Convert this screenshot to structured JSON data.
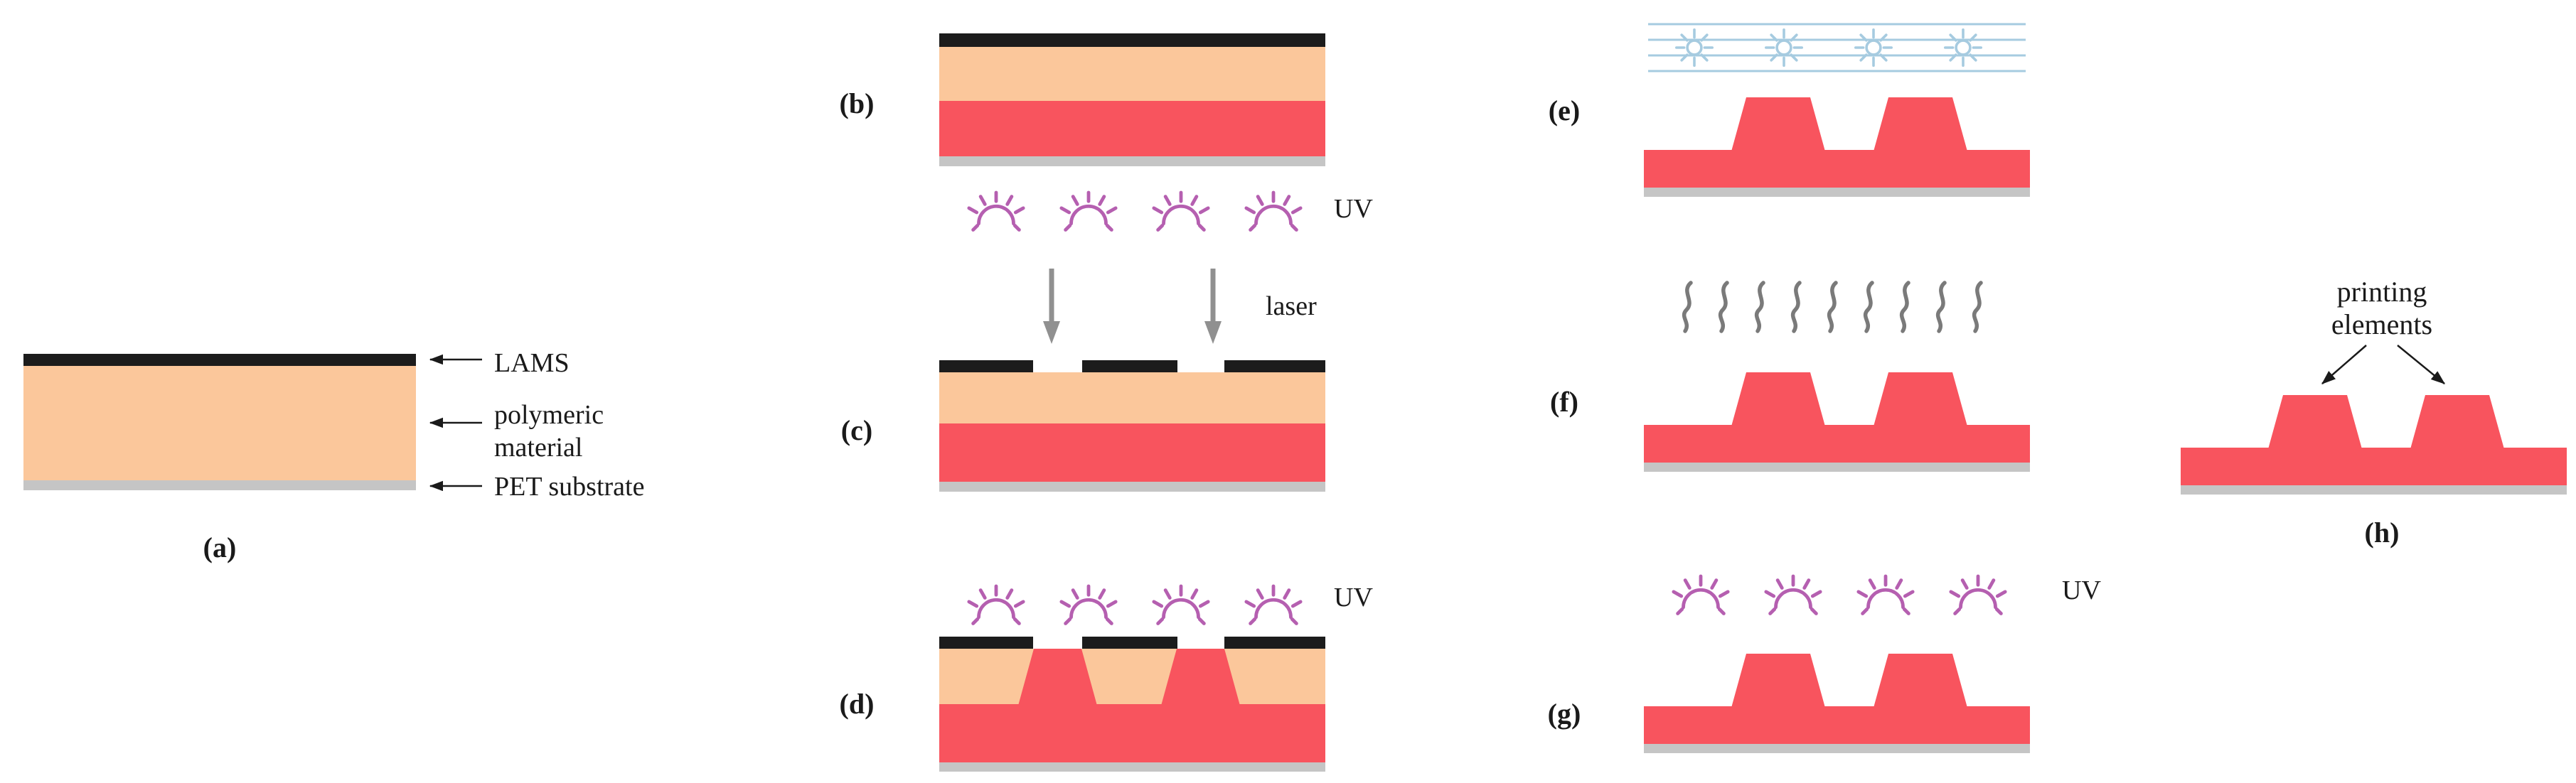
{
  "figure": {
    "panels": {
      "a": {
        "label": "(a)"
      },
      "b": {
        "label": "(b)"
      },
      "c": {
        "label": "(c)"
      },
      "d": {
        "label": "(d)"
      },
      "e": {
        "label": "(e)"
      },
      "f": {
        "label": "(f)"
      },
      "g": {
        "label": "(g)"
      },
      "h": {
        "label": "(h)"
      }
    },
    "annotations": {
      "lams": "LAMS",
      "polymeric": [
        "polymeric",
        "material"
      ],
      "pet": "PET substrate",
      "uv": "UV",
      "laser": "laser",
      "printing": [
        "printing",
        "elements"
      ]
    },
    "icons": {
      "uv_lamp": "radiating-uv-lamp-arc",
      "laser": "thick-downward-arrow",
      "wash": "spoked-wheel-with-flow-lines",
      "heat": "wavy-vapor-line",
      "layer_pointer": "thin-left-arrow",
      "element_pointer": "thin-diagonal-arrow"
    },
    "colors": {
      "lams": "#1c1c1c",
      "polymer": "#fbc79b",
      "photopolymer": "#f8545e",
      "substrate": "#c5c5c5",
      "uv": "#b55fb0",
      "laser": "#909090",
      "wash": "#a6cbe0",
      "heat": "#7a7a7a",
      "text": "#1a1a1a"
    }
  }
}
